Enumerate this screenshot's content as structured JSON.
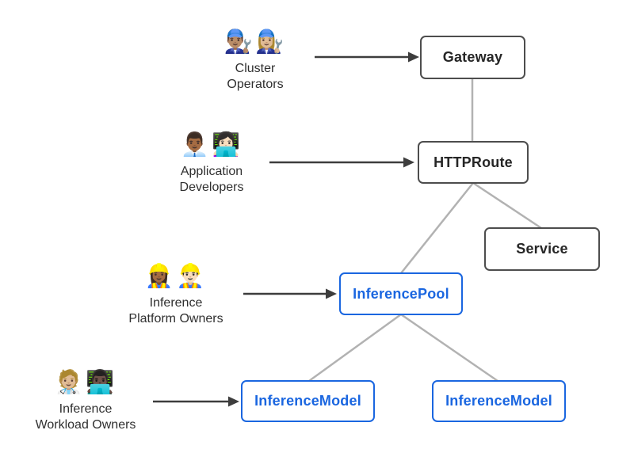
{
  "diagram": {
    "actors": [
      {
        "id": "cluster-operators",
        "emoji": "👨🏽‍🔧👩🏼‍🔧",
        "label_line1": "Cluster",
        "label_line2": "Operators"
      },
      {
        "id": "application-developers",
        "emoji": "👨🏾‍💼👩🏻‍💻",
        "label_line1": "Application",
        "label_line2": "Developers"
      },
      {
        "id": "inference-platform-owners",
        "emoji": "👷🏾‍♀️👷🏻‍♂️",
        "label_line1": "Inference",
        "label_line2": "Platform Owners"
      },
      {
        "id": "inference-workload-owners",
        "emoji": "🧑🏼‍⚕️👨🏿‍💻",
        "label_line1": "Inference",
        "label_line2": "Workload Owners"
      }
    ],
    "nodes": [
      {
        "id": "gateway",
        "label": "Gateway",
        "type": "standard"
      },
      {
        "id": "httproute",
        "label": "HTTPRoute",
        "type": "standard"
      },
      {
        "id": "service",
        "label": "Service",
        "type": "standard"
      },
      {
        "id": "inferencepool",
        "label": "InferencePool",
        "type": "extension"
      },
      {
        "id": "inferencemodel-left",
        "label": "InferenceModel",
        "type": "extension"
      },
      {
        "id": "inferencemodel-right",
        "label": "InferenceModel",
        "type": "extension"
      }
    ],
    "edges": [
      {
        "from": "gateway",
        "to": "httproute",
        "style": "plain-gray"
      },
      {
        "from": "httproute",
        "to": "inferencepool",
        "style": "plain-gray"
      },
      {
        "from": "httproute",
        "to": "service",
        "style": "plain-gray"
      },
      {
        "from": "inferencepool",
        "to": "inferencemodel-left",
        "style": "plain-gray"
      },
      {
        "from": "inferencepool",
        "to": "inferencemodel-right",
        "style": "plain-gray"
      },
      {
        "from": "cluster-operators",
        "to": "gateway",
        "style": "dark-arrow"
      },
      {
        "from": "application-developers",
        "to": "httproute",
        "style": "dark-arrow"
      },
      {
        "from": "inference-platform-owners",
        "to": "inferencepool",
        "style": "dark-arrow"
      },
      {
        "from": "inference-workload-owners",
        "to": "inferencemodel-left",
        "style": "dark-arrow"
      }
    ],
    "colors": {
      "background": "#ffffff",
      "standard_border": "#4d4d4d",
      "standard_text": "#262626",
      "extension_accent": "#1a66e0",
      "connector_gray": "#b2b2b2",
      "arrow_dark": "#3d3d3d"
    }
  }
}
